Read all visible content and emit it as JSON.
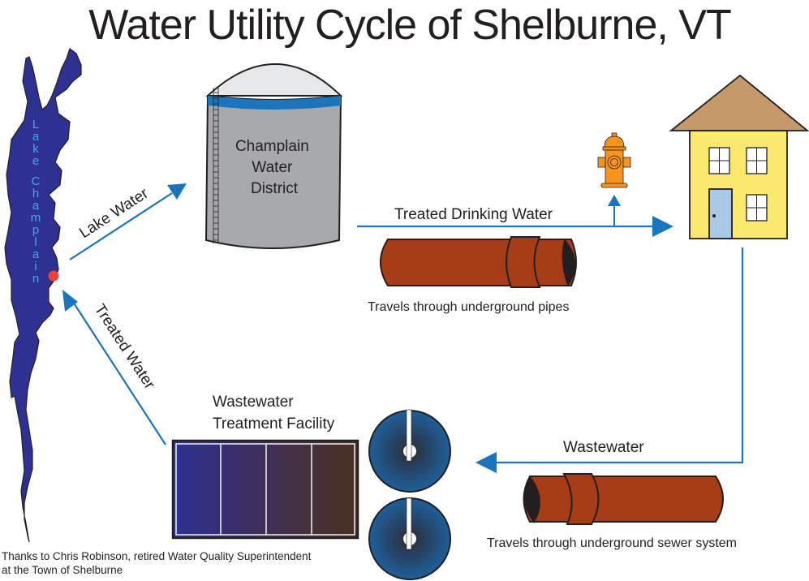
{
  "title": "Water Utility Cycle of Shelburne, VT",
  "lake": {
    "label": "Lake Champlain",
    "marker": "intake-point"
  },
  "tank": {
    "label_lines": [
      "Champlain",
      "Water",
      "District"
    ]
  },
  "flows": {
    "lake_water": "Lake Water",
    "treated_drinking_water": "Treated Drinking Water",
    "wastewater": "Wastewater",
    "treated_water": "Treated Water"
  },
  "pipes": {
    "drinking_caption": "Travels through underground pipes",
    "sewer_caption": "Travels through underground sewer system"
  },
  "facility": {
    "label_lines": [
      "Wastewater",
      "Treatment Facility"
    ]
  },
  "icons": {
    "hydrant": "fire-hydrant-icon",
    "house": "house-icon",
    "tank": "water-tank-icon",
    "clarifier": "clarifier-icon"
  },
  "colors": {
    "lake": "#2e3192",
    "arrow": "#1b75bc",
    "pipe": "#a63d17",
    "hydrant": "#f7941d",
    "house_wall": "#fbe86f",
    "roof": "#c6996b",
    "door": "#a9c9e6",
    "tank": "#a7a9ac",
    "intake_marker": "#ef4136"
  },
  "credit": {
    "line1": "Thanks to Chris Robinson, retired Water Quality Superintendent",
    "line2": "at the Town of Shelburne"
  }
}
